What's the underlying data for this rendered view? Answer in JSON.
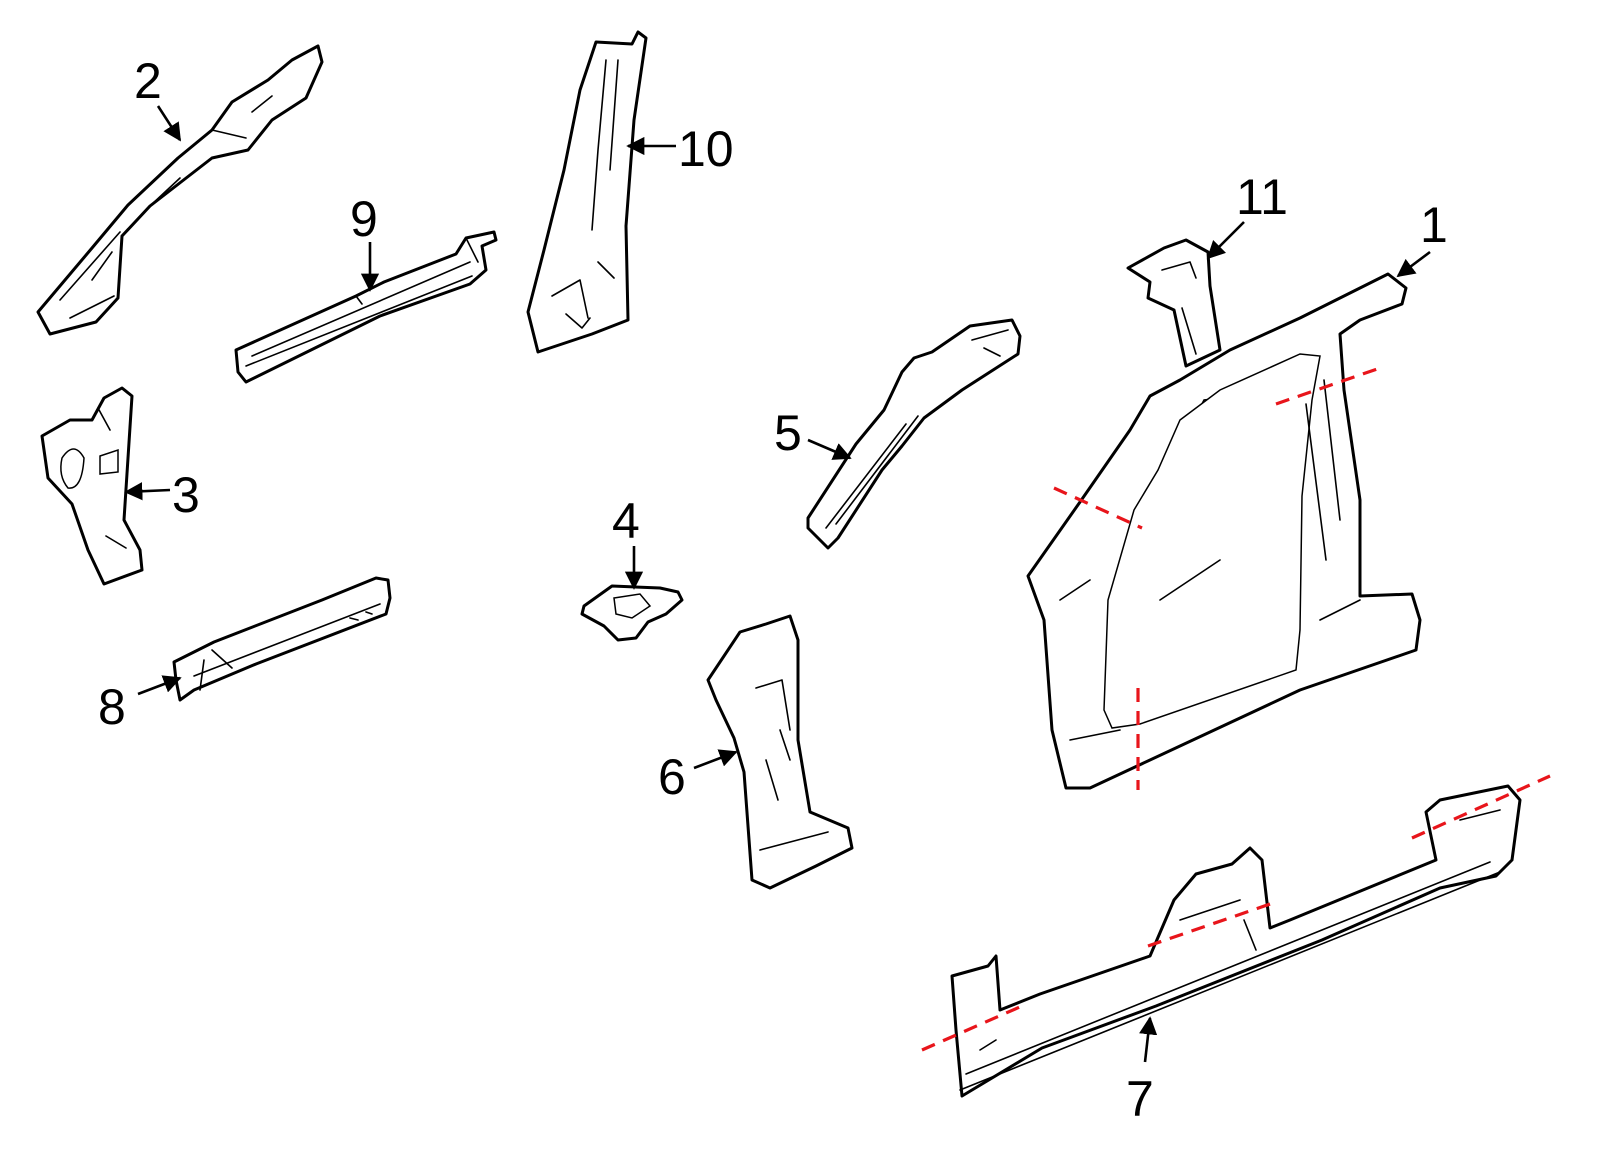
{
  "diagram": {
    "callouts": [
      {
        "id": "1",
        "label": "1"
      },
      {
        "id": "2",
        "label": "2"
      },
      {
        "id": "3",
        "label": "3"
      },
      {
        "id": "4",
        "label": "4"
      },
      {
        "id": "5",
        "label": "5"
      },
      {
        "id": "6",
        "label": "6"
      },
      {
        "id": "7",
        "label": "7"
      },
      {
        "id": "8",
        "label": "8"
      },
      {
        "id": "9",
        "label": "9"
      },
      {
        "id": "10",
        "label": "10"
      },
      {
        "id": "11",
        "label": "11"
      }
    ],
    "colors": {
      "outline": "#000000",
      "background": "#ffffff",
      "cut_line": "#e8151b"
    }
  }
}
